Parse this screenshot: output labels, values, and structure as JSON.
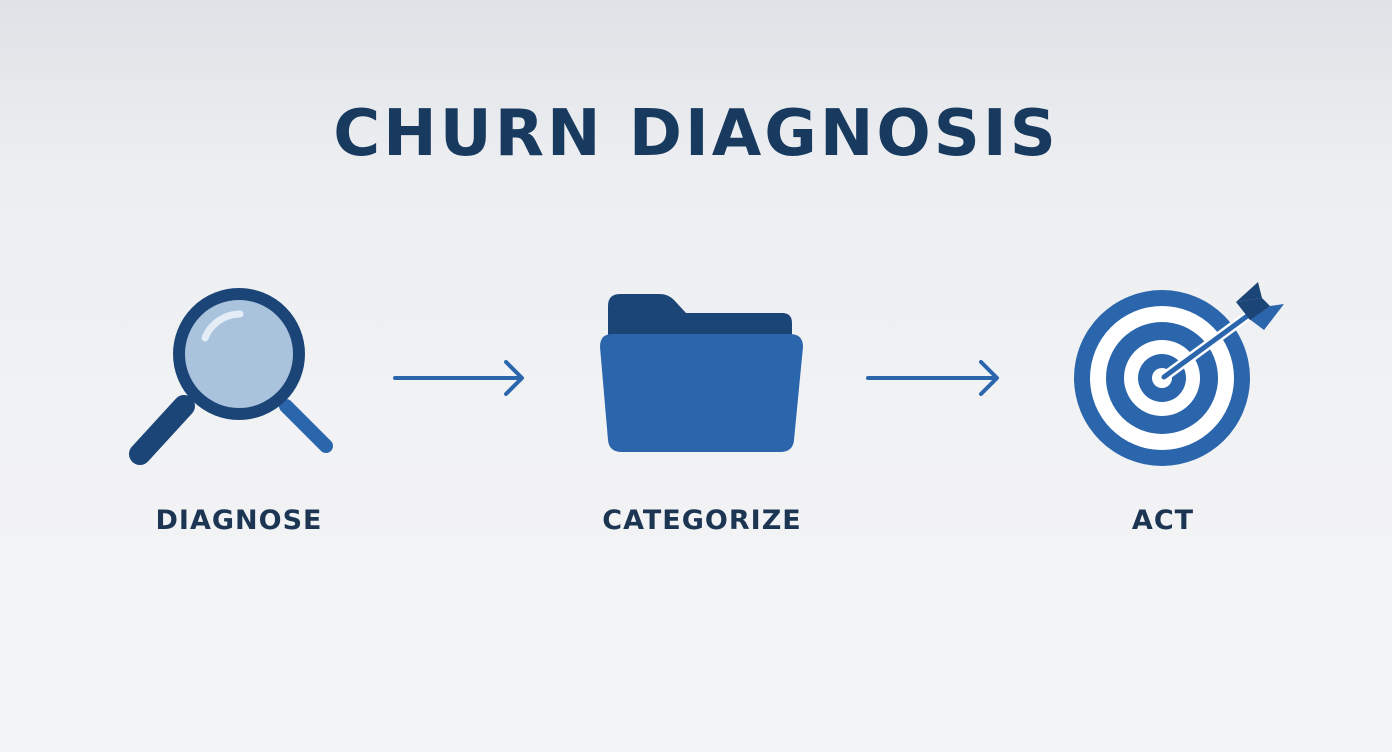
{
  "title": "CHURN DIAGNOSIS",
  "steps": [
    {
      "label": "DIAGNOSE",
      "icon": "magnifying-glass-icon"
    },
    {
      "label": "CATEGORIZE",
      "icon": "folder-icon"
    },
    {
      "label": "ACT",
      "icon": "target-icon"
    }
  ],
  "colors": {
    "title": "#183a5e",
    "label": "#1c3553",
    "primary": "#2b66ad",
    "dark": "#1c4577",
    "lens": "#a9c3dd",
    "background": "#eceef1"
  }
}
